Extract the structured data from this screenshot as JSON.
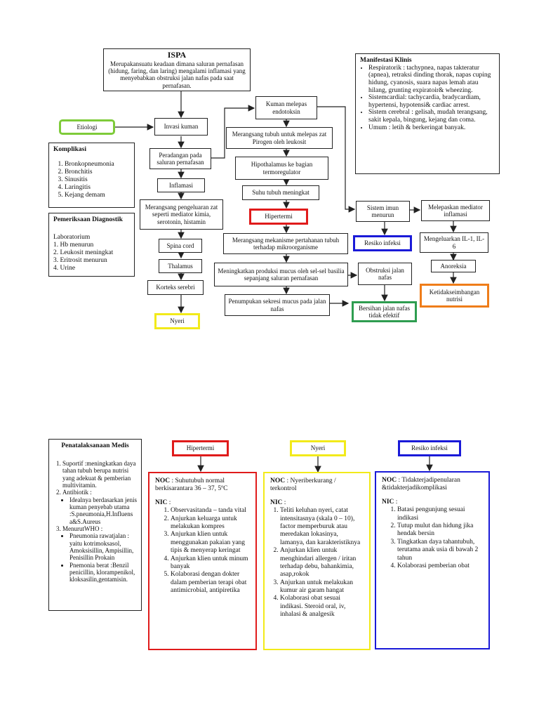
{
  "colors": {
    "green": "#7ecb3a",
    "red": "#e01b1b",
    "blue": "#1a1ad8",
    "orange": "#ef7d1a",
    "yellow": "#f2ea1a",
    "darkgreen": "#2e9d50"
  },
  "ispa": {
    "title": "ISPA",
    "desc": "Merupakansuatu keadaan dimana saluran pernafasan (hidung, faring, dan laring) mengalami inflamasi yang menyebabkan obstruksi jalan nafas pada saat pernafasan."
  },
  "etiologi": "Etiologi",
  "invasi": "Invasi kuman",
  "peradangan": "Peradangan pada saluran pernafasan",
  "inflamasi": "Inflamasi",
  "merangsang_pengeluaran": "Merangsang pengeluaran zat seperti mediator kimia, serotonin, histamin",
  "spina": "Spina cord",
  "thalamus": "Thalamus",
  "korteks": "Korteks serebri",
  "nyeri": "Nyeri",
  "kuman": "Kuman melepas endotoksin",
  "pirogen": "Merangsang tubuh untuk melepas zat Pirogen oleh leukosit",
  "hipothalamus": "Hipothalamus ke bagian termoregulator",
  "suhu": "Suhu tubuh meningkat",
  "hipertermi": "Hipertermi",
  "mekanisme": "Merangsang mekanisme pertahanan tubuh terhadap mikroorganisme",
  "mucus": "Meningkatkan produksi mucus oleh sel-sel basilia sepanjang saluran pernafasan",
  "penumpukan": "Penumpukan sekresi mucus pada jalan nafas",
  "obstruksi": "Obstruksi jalan nafas",
  "bersihan": "Bersihan jalan nafas tidak efektif",
  "imun": "Sistem imun menurun",
  "resiko": "Resiko infeksi",
  "melepaskan": "Melepaskan mediator inflamasi",
  "il": "Mengeluarkan IL-1, IL-6",
  "anoreksia": "Anoreksia",
  "ketidak": "Ketidakseimbangan nutrisi",
  "komplikasi": {
    "title": "Komplikasi",
    "items": [
      "Bronkopneumonia",
      "Bronchitis",
      "Sinusitis",
      "Laringitis",
      "Kejang demam"
    ]
  },
  "diagnostik": {
    "title": "Pemeriksaan Diagnostik",
    "lab": "Laboratorium",
    "items": [
      "1. Hb menurun",
      "2. Leukosit meningkat",
      "3. Eritrosit menurun",
      "4. Urine"
    ]
  },
  "manifestasi": {
    "title": "Manifestasi Klinis",
    "items": [
      "Respiratorik : tachypnea, napas takteratur (apnea), retraksi dinding thorak, napas cuping hidung, cyanosis, suara napas lemah atau hilang, grunting expiratoir& wheezing.",
      "Sistemcardial: tachycardia, bradycardiam, hypertensi, hypotensi& cardiac arrest.",
      "Sistem cerebral : gelisah, mudah terangsang, sakit kepala, bingung, kejang dan coma.",
      "Umum : letih & berkeringat banyak."
    ]
  },
  "penatalaksanaan": {
    "title": "Penatalaksanaan Medis",
    "i1": "Suportif :meningkatkan daya tahan tubuh berupa nutrisi yang adekuat & pemberian multivitamin.",
    "i2": "Antibiotik :",
    "i2a": "Idealnya berdasarkan jenis kuman penyebab utama :S.pneumonia,H.Influens a&S.Aureus",
    "i3": "MenurutWHO :",
    "i3a": "Pneumonia rawatjalan : yaitu kotrimoksasol, Amoksisillin, Ampisillin, Penisillin Prokain",
    "i3b": "Pnemonia berat :Benzil penicillin, klorampenikol, kloksasilin,gentamisin."
  },
  "plan_hipertermi": {
    "label": "Hipertermi",
    "noc_label": "NOC",
    "noc": " : Suhutubuh normal berkisarantara 36 – 37, 5ºC",
    "nic_label": "NIC",
    "items": [
      "Observasitanda – tanda vital",
      "Anjurkan keluarga untuk melakukan kompres",
      "Anjurkan klien untuk menggunakan pakaian yang tipis & menyerap keringat",
      "Anjurkan klien untuk minum banyak",
      "Kolaborasi dengan dokter dalam pemberian terapi obat antimicrobial, antipiretika"
    ]
  },
  "plan_nyeri": {
    "label": "Nyeri",
    "noc_label": "NOC",
    "noc": " : Nyeriberkurang / terkontrol",
    "nic_label": "NIC",
    "items": [
      "Teliti keluhan nyeri, catat intensitasnya (skala 0 – 10), factor memperburuk atau meredakan lokasinya, lamanya, dan karakteristiknya",
      "Anjurkan klien untuk menghindari allergen / iritan terhadap debu, bahankimia, asap,rokok",
      "Anjurkan untuk melakukan kumur air garam hangat",
      "Kolaborasi obat sesuai indikasi. Steroid oral, iv, inhalasi & analgesik"
    ]
  },
  "plan_resiko": {
    "label": "Resiko infeksi",
    "noc_label": "NOC",
    "noc": " : Tidakterjadipenularan &tidakterjadikomplikasi",
    "nic_label": "NIC",
    "items": [
      "Batasi pengunjung sesuai indikasi",
      "Tutup mulut dan hidung jika hendak bersin",
      "Tingkatkan daya tahantubuh, terutama anak usia di bawah 2 tahun",
      "Kolaborasi pemberian obat"
    ]
  }
}
